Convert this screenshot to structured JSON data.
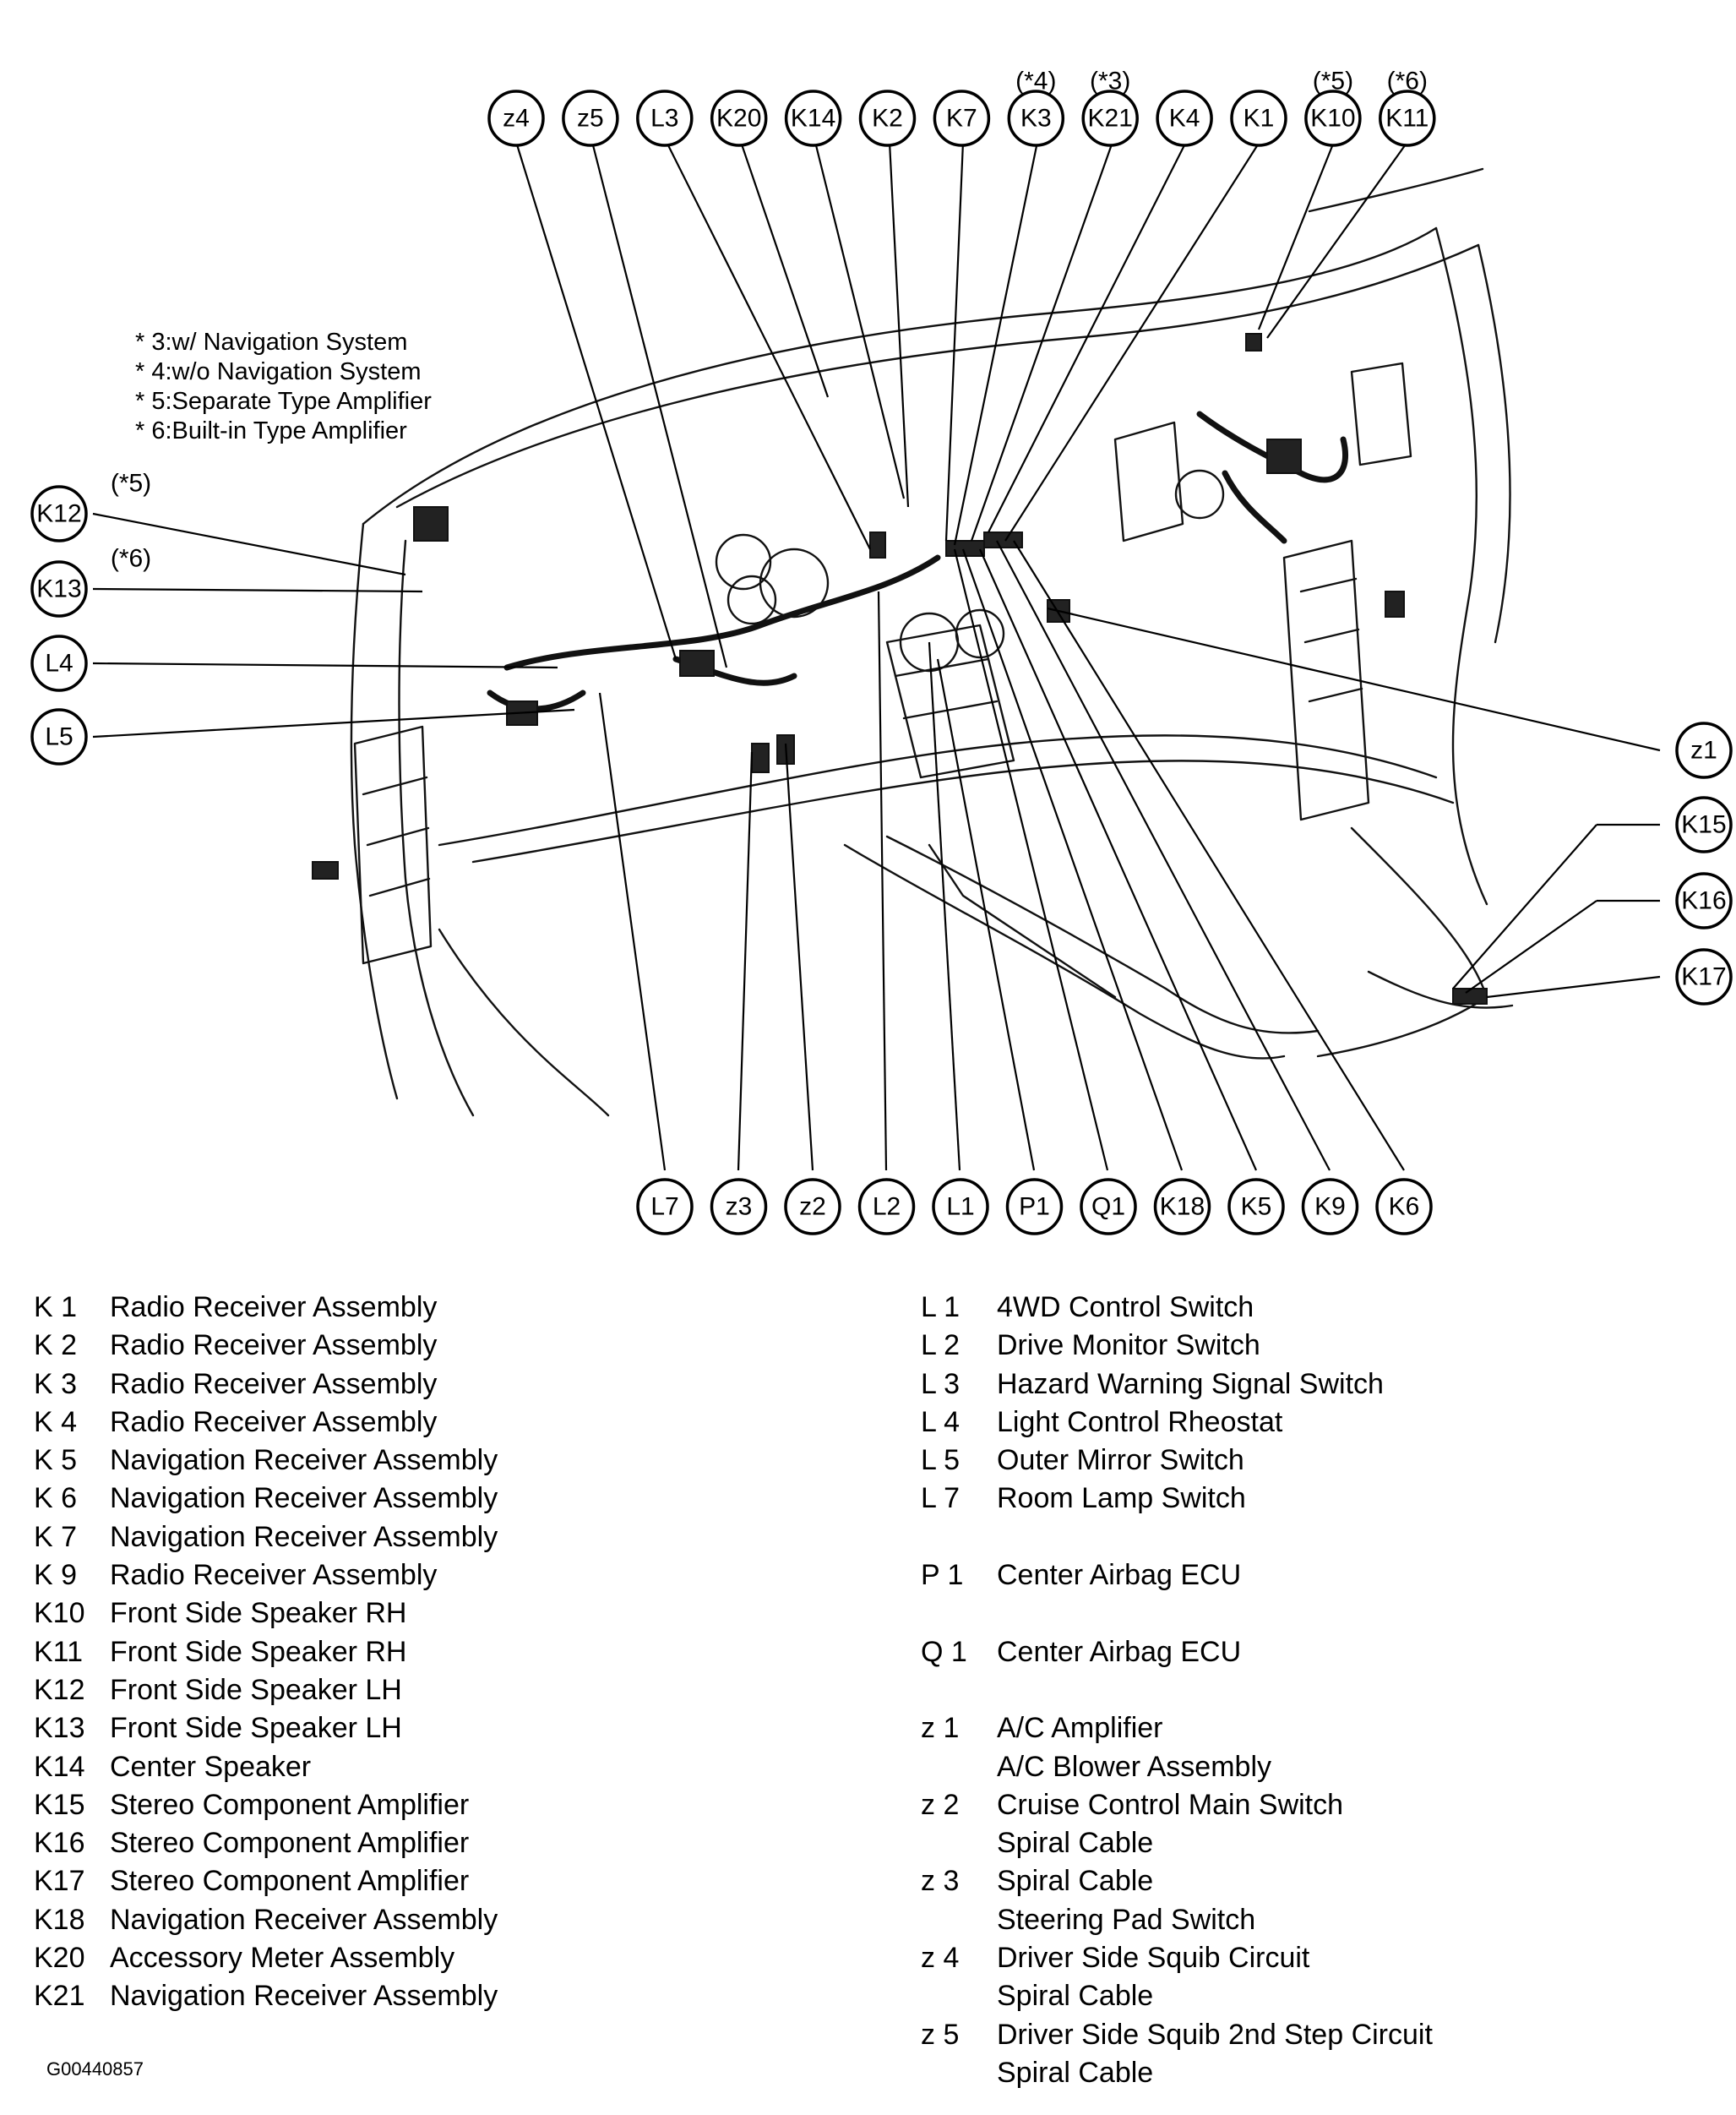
{
  "notes": [
    "* 3:w/ Navigation System",
    "* 4:w/o Navigation System",
    "* 5:Separate Type Amplifier",
    "* 6:Built-in Type Amplifier"
  ],
  "callouts_top": [
    "z4",
    "z5",
    "L3",
    "K20",
    "K14",
    "K2",
    "K7",
    "K3",
    "K21",
    "K4",
    "K1",
    "K10",
    "K11"
  ],
  "callouts_bottom": [
    "L7",
    "z3",
    "z2",
    "L2",
    "L1",
    "P1",
    "Q1",
    "K18",
    "K5",
    "K9",
    "K6"
  ],
  "callouts_left": [
    "K12",
    "K13",
    "L4",
    "L5"
  ],
  "callouts_right": [
    "z1",
    "K15",
    "K16",
    "K17"
  ],
  "callout_tags": {
    "K3": "(*4)",
    "K21": "(*3)",
    "K10": "(*5)",
    "K11": "(*6)",
    "K12": "(*5)",
    "K13": "(*6)"
  },
  "legend_left": [
    {
      "code": "K  1",
      "name": "Radio Receiver Assembly"
    },
    {
      "code": "K  2",
      "name": "Radio Receiver Assembly"
    },
    {
      "code": "K  3",
      "name": "Radio Receiver Assembly"
    },
    {
      "code": "K  4",
      "name": "Radio Receiver Assembly"
    },
    {
      "code": "K  5",
      "name": "Navigation Receiver Assembly"
    },
    {
      "code": "K  6",
      "name": "Navigation Receiver Assembly"
    },
    {
      "code": "K  7",
      "name": "Navigation Receiver Assembly"
    },
    {
      "code": "K  9",
      "name": "Radio Receiver Assembly"
    },
    {
      "code": "K10",
      "name": "Front Side Speaker RH"
    },
    {
      "code": "K11",
      "name": "Front Side Speaker RH"
    },
    {
      "code": "K12",
      "name": "Front Side Speaker LH"
    },
    {
      "code": "K13",
      "name": "Front Side Speaker LH"
    },
    {
      "code": "K14",
      "name": "Center Speaker"
    },
    {
      "code": "K15",
      "name": "Stereo Component Amplifier"
    },
    {
      "code": "K16",
      "name": "Stereo Component Amplifier"
    },
    {
      "code": "K17",
      "name": "Stereo Component Amplifier"
    },
    {
      "code": "K18",
      "name": "Navigation Receiver Assembly"
    },
    {
      "code": "K20",
      "name": "Accessory Meter Assembly"
    },
    {
      "code": "K21",
      "name": "Navigation Receiver Assembly"
    }
  ],
  "legend_right": [
    {
      "code": "L  1",
      "name": "4WD Control Switch"
    },
    {
      "code": "L  2",
      "name": "Drive Monitor Switch"
    },
    {
      "code": "L  3",
      "name": "Hazard Warning Signal Switch"
    },
    {
      "code": "L  4",
      "name": "Light Control Rheostat"
    },
    {
      "code": "L  5",
      "name": "Outer Mirror Switch"
    },
    {
      "code": "L  7",
      "name": "Room Lamp Switch"
    },
    {
      "code": "",
      "name": ""
    },
    {
      "code": "P  1",
      "name": "Center Airbag ECU"
    },
    {
      "code": "",
      "name": ""
    },
    {
      "code": "Q  1",
      "name": "Center Airbag ECU"
    },
    {
      "code": "",
      "name": ""
    },
    {
      "code": "z  1",
      "name": "A/C Amplifier"
    },
    {
      "code": "",
      "name": "A/C Blower Assembly"
    },
    {
      "code": "z  2",
      "name": "Cruise Control Main Switch"
    },
    {
      "code": "",
      "name": "Spiral Cable"
    },
    {
      "code": "z  3",
      "name": "Spiral Cable"
    },
    {
      "code": "",
      "name": "Steering Pad Switch"
    },
    {
      "code": "z  4",
      "name": "Driver Side Squib Circuit"
    },
    {
      "code": "",
      "name": "Spiral Cable"
    },
    {
      "code": "z  5",
      "name": "Driver Side Squib 2nd Step Circuit"
    },
    {
      "code": "",
      "name": "Spiral Cable"
    }
  ],
  "figure_id": "G00440857"
}
